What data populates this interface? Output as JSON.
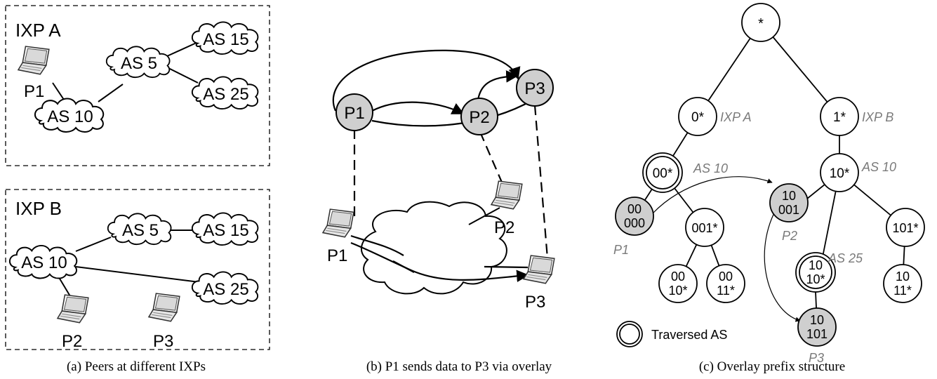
{
  "panel_a": {
    "ixp_a": {
      "title": "IXP A",
      "as_clouds": [
        "AS 15",
        "AS 5",
        "AS 25",
        "AS 10"
      ],
      "peer": "P1"
    },
    "ixp_b": {
      "title": "IXP B",
      "as_clouds": [
        "AS 5",
        "AS 15",
        "AS 10",
        "AS 25"
      ],
      "peers": [
        "P2",
        "P3"
      ]
    },
    "caption": "(a) Peers at different IXPs"
  },
  "panel_b": {
    "overlay_nodes": [
      "P1",
      "P2",
      "P3"
    ],
    "hosts": [
      "P1",
      "P2",
      "P3"
    ],
    "caption": "(b) P1 sends data to P3 via overlay"
  },
  "panel_c": {
    "root": "*",
    "level1": [
      {
        "prefix": "0*",
        "tag": "IXP A"
      },
      {
        "prefix": "1*",
        "tag": "IXP B"
      }
    ],
    "level2": [
      {
        "prefix": "00*",
        "tag": "AS 10"
      },
      {
        "prefix": "10*",
        "tag": "AS 10"
      }
    ],
    "peers": [
      {
        "line1": "00",
        "line2": "000",
        "tag": "P1"
      },
      {
        "line1": "10",
        "line2": "001",
        "tag": "P2"
      },
      {
        "line1": "10",
        "line2": "101",
        "tag": "P3"
      }
    ],
    "plain_nodes": [
      {
        "line1": "001*",
        "line2": ""
      },
      {
        "line1": "00",
        "line2": "10*"
      },
      {
        "line1": "00",
        "line2": "11*"
      },
      {
        "line1": "101*",
        "line2": ""
      },
      {
        "line1": "10",
        "line2": "11*"
      }
    ],
    "traversed_node": {
      "line1": "10",
      "line2": "10*",
      "tag": "AS 25"
    },
    "legend": "Traversed AS",
    "caption": "(c) Overlay prefix structure"
  }
}
